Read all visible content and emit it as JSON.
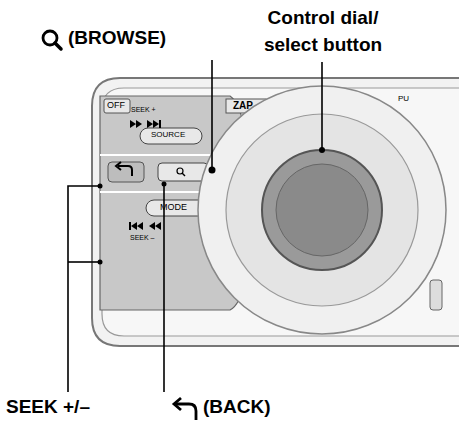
{
  "diagram": {
    "labels": [
      "(BROWSE)",
      "Control dial/ select button",
      "SEEK +/–",
      "(BACK)",
      "OFF",
      "SEEK +",
      "ZAP",
      "SOURCE",
      "MODE",
      "SEEK –",
      "PU"
    ]
  }
}
